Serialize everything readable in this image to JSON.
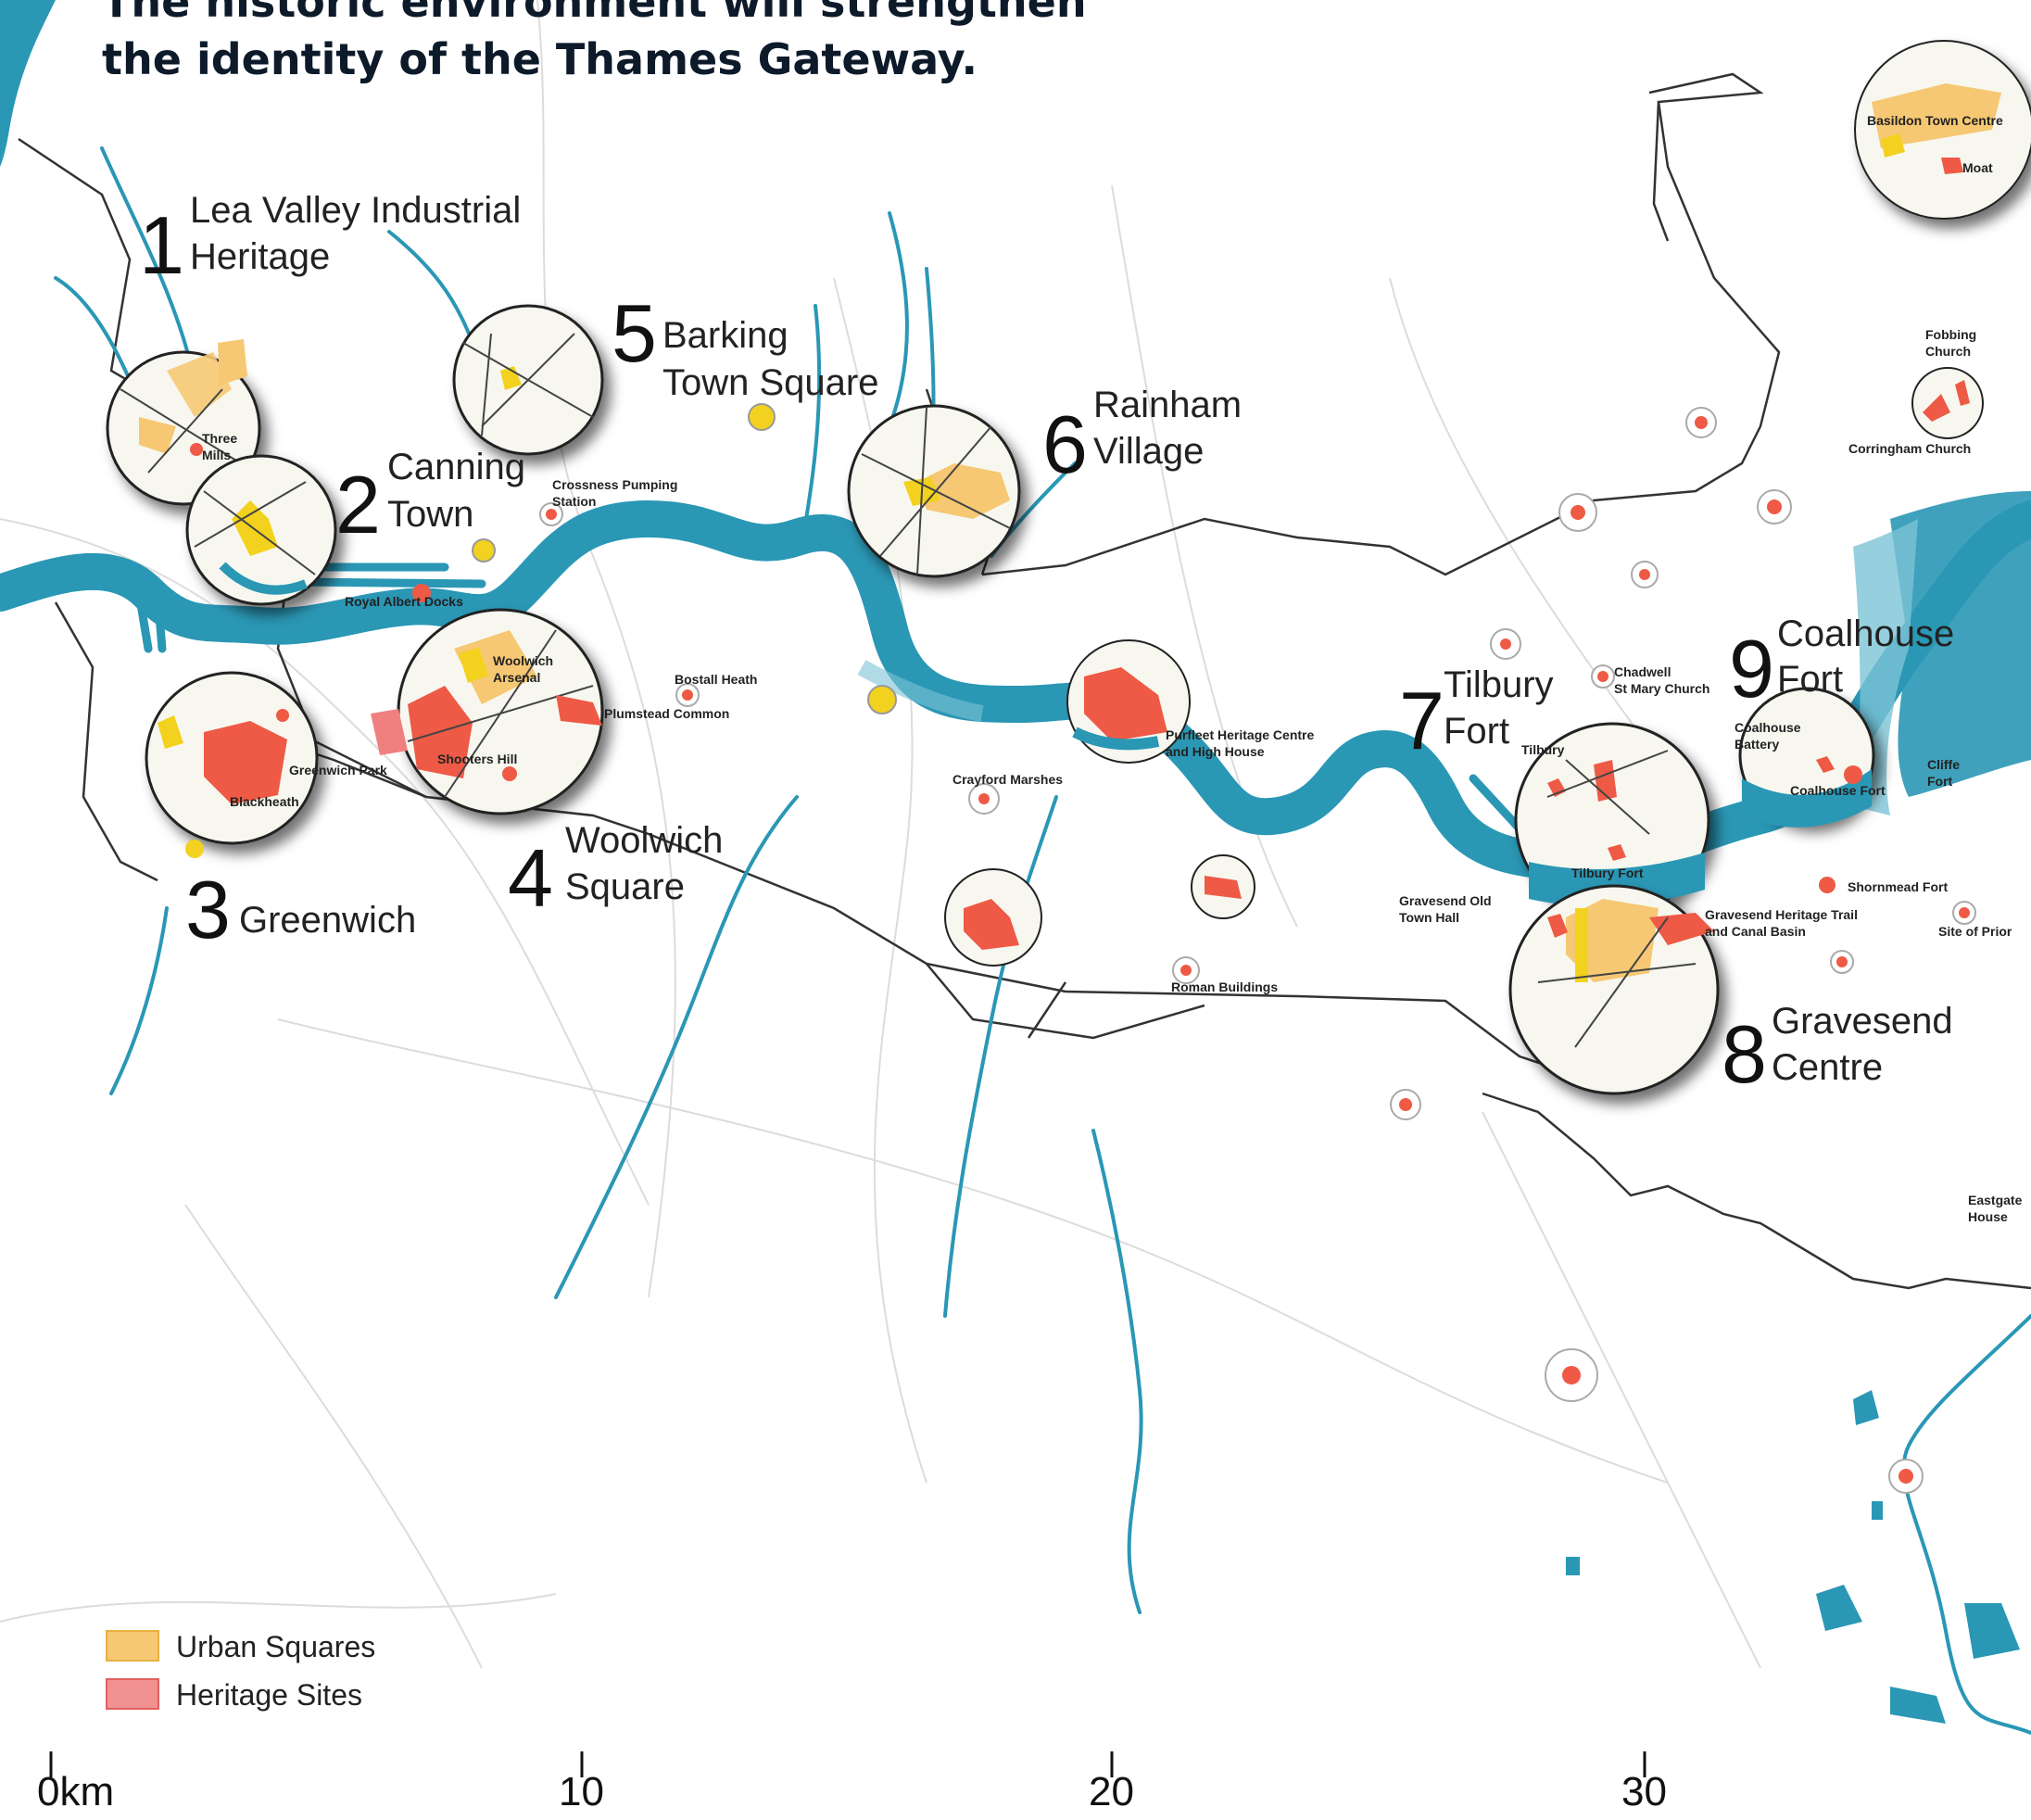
{
  "headline": {
    "line1": "The historic environment will strengthen",
    "line2": "the identity of the Thames Gateway."
  },
  "colors": {
    "river": "#2a97b5",
    "river_light": "#7cc3d6",
    "heritage": "#ee5a45",
    "urban_square": "#f6c873",
    "urban_yellow": "#f2d21e",
    "boundary": "#333333",
    "roads": "#d8d8d8"
  },
  "legend": {
    "urban_squares": "Urban Squares",
    "heritage_sites": "Heritage Sites"
  },
  "scale": [
    "0km",
    "10",
    "20",
    "30"
  ],
  "places": [
    {
      "num": "1",
      "line1": "Lea Valley Industrial",
      "line2": "Heritage"
    },
    {
      "num": "2",
      "line1": "Canning",
      "line2": "Town"
    },
    {
      "num": "3",
      "line1": "Greenwich",
      "line2": ""
    },
    {
      "num": "4",
      "line1": "Woolwich",
      "line2": "Square"
    },
    {
      "num": "5",
      "line1": "Barking",
      "line2": "Town Square"
    },
    {
      "num": "6",
      "line1": "Rainham",
      "line2": "Village"
    },
    {
      "num": "7",
      "line1": "Tilbury",
      "line2": "Fort"
    },
    {
      "num": "8",
      "line1": "Gravesend",
      "line2": "Centre"
    },
    {
      "num": "9",
      "line1": "Coalhouse",
      "line2": "Fort"
    }
  ],
  "site_labels": {
    "three_mills_1": "Three",
    "three_mills_2": "Mills",
    "crossness_1": "Crossness Pumping",
    "crossness_2": "Station",
    "royal_albert": "Royal Albert Docks",
    "woolwich_arsenal_1": "Woolwich",
    "woolwich_arsenal_2": "Arsenal",
    "bostall": "Bostall Heath",
    "plumstead": "Plumstead Common",
    "shooters": "Shooters Hill",
    "greenwich_park": "Greenwich Park",
    "blackheath": "Blackheath",
    "crayford": "Crayford Marshes",
    "purfleet_1": "Purfleet Heritage Centre",
    "purfleet_2": "and High House",
    "roman": "Roman Buildings",
    "chadwell_1": "Chadwell",
    "chadwell_2": "St Mary Church",
    "tilbury": "Tilbury",
    "tilbury_fort": "Tilbury Fort",
    "gravesend_old_1": "Gravesend Old",
    "gravesend_old_2": "Town Hall",
    "gravesend_trail_1": "Gravesend Heritage Trail",
    "gravesend_trail_2": "and Canal Basin",
    "coalhouse_battery_1": "Coalhouse",
    "coalhouse_battery_2": "Battery",
    "coalhouse_fort": "Coalhouse Fort",
    "cliffe_1": "Cliffe",
    "cliffe_2": "Fort",
    "shornmead": "Shornmead Fort",
    "site_of_prior": "Site of Prior",
    "basildon": "Basildon Town Centre",
    "moat": "Moat",
    "fobbing_1": "Fobbing",
    "fobbing_2": "Church",
    "corringham": "Corringham Church",
    "eastgate_1": "Eastgate",
    "eastgate_2": "House"
  }
}
